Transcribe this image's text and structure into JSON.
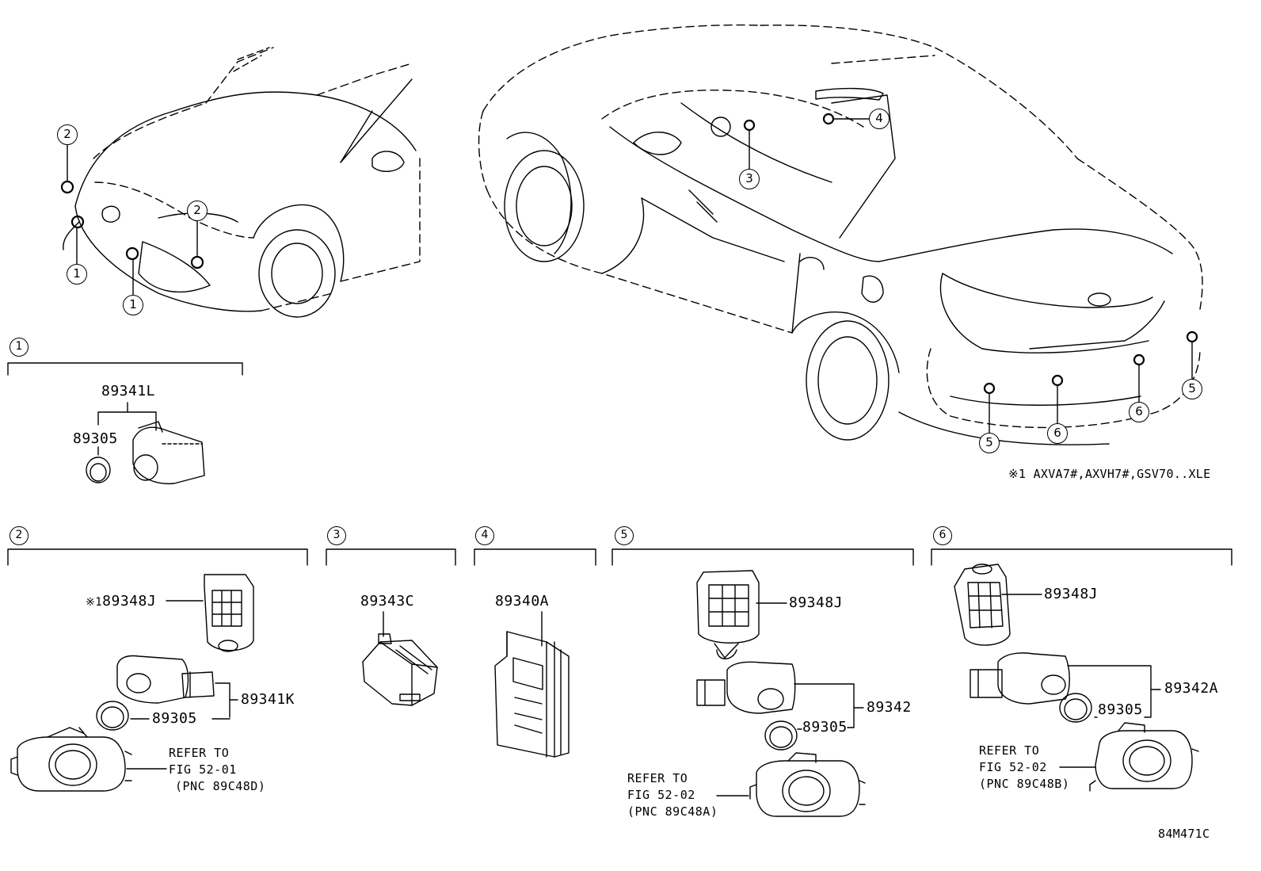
{
  "callouts": {
    "front": [
      "2",
      "1",
      "2",
      "1"
    ],
    "rear": [
      "4",
      "3",
      "5",
      "5",
      "6",
      "6"
    ]
  },
  "sections": [
    {
      "num": "1"
    },
    {
      "num": "2"
    },
    {
      "num": "3"
    },
    {
      "num": "4"
    },
    {
      "num": "5"
    },
    {
      "num": "6"
    }
  ],
  "parts": {
    "s1_assy": "89341L",
    "s1_ring": "89305",
    "s2_retainer": "89348J",
    "s2_mark": "※1",
    "s2_sensor": "89341K",
    "s2_ring": "89305",
    "s3_part": "89343C",
    "s4_part": "89340A",
    "s5_retainer": "89348J",
    "s5_sensor": "89342",
    "s5_ring": "89305",
    "s6_retainer": "89348J",
    "s6_sensor": "89342A",
    "s6_ring": "89305"
  },
  "refs": {
    "s2": {
      "line1": "REFER TO",
      "line2": "FIG 52-01",
      "line3": "(PNC 89C48D)"
    },
    "s5": {
      "line1": "REFER TO",
      "line2": "FIG 52-02",
      "line3": "(PNC 89C48A)"
    },
    "s6": {
      "line1": "REFER TO",
      "line2": "FIG 52-02",
      "line3": "(PNC 89C48B)"
    }
  },
  "footnote": "※1 AXVA7#,AXVH7#,GSV70..XLE",
  "figure_id": "84M471C"
}
